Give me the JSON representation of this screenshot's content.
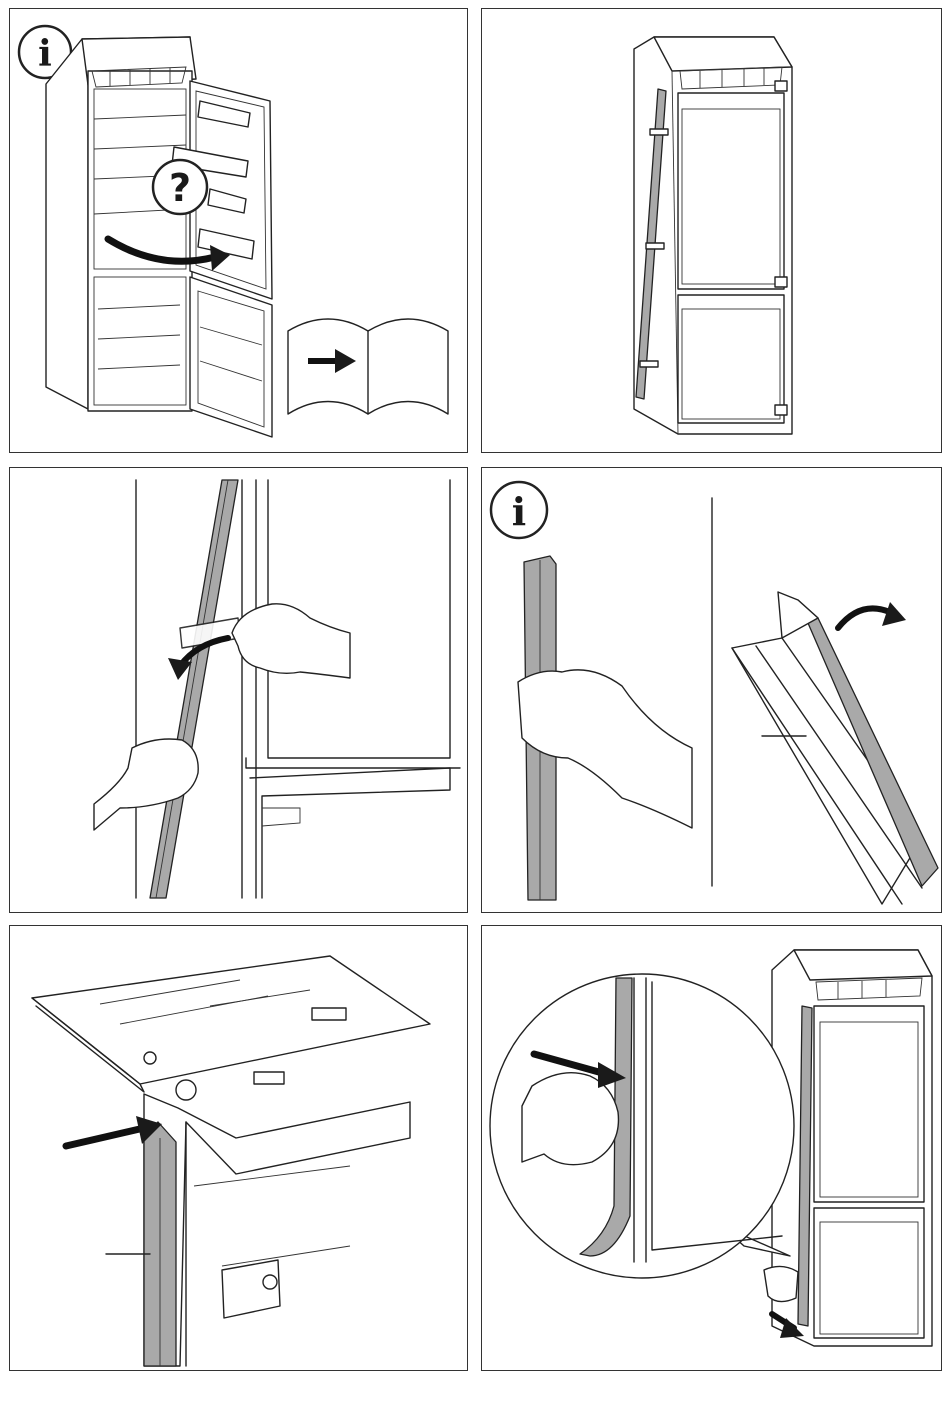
{
  "page": {
    "panels": [
      {
        "id": "step-1",
        "info_icon": "info-icon",
        "glyphs": [
          "?"
        ]
      },
      {
        "id": "step-2"
      },
      {
        "id": "step-3"
      },
      {
        "id": "step-4",
        "info_icon": "info-icon"
      },
      {
        "id": "step-5"
      },
      {
        "id": "step-6"
      }
    ],
    "symbols": {
      "info": "i",
      "question": "?"
    }
  }
}
